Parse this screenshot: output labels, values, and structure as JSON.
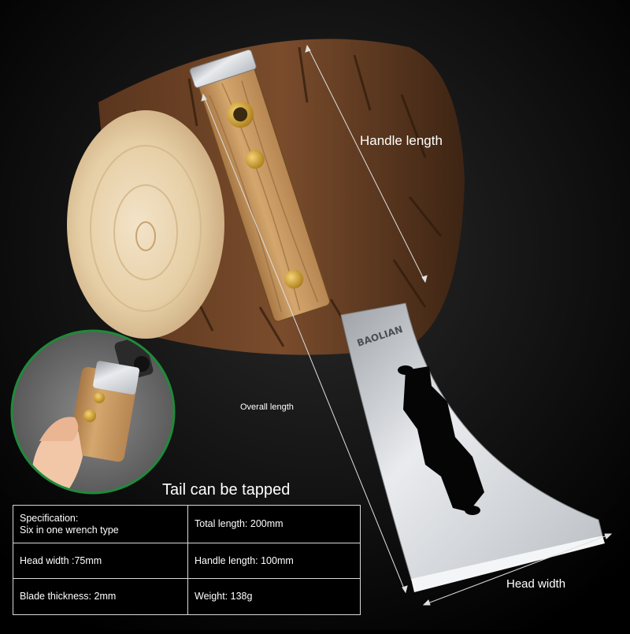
{
  "annotations": {
    "handle_length": "Handle length",
    "overall_length": "Overall length",
    "head_width": "Head width"
  },
  "brand": "BAOLIAN",
  "tail_caption": "Tail can be tapped",
  "spec_table": {
    "rows": [
      {
        "left": {
          "line1": "Specification:",
          "line2": "Six in one wrench type"
        },
        "right": "Total length: 200mm"
      },
      {
        "left": {
          "line1": "Head width :75mm"
        },
        "right": "Handle length: 100mm"
      },
      {
        "left": {
          "line1": "Blade thickness: 2mm"
        },
        "right": "Weight: 138g"
      }
    ]
  },
  "colors": {
    "background": "#000000",
    "bark": "#6b4226",
    "wood_face": "#e9d4b2",
    "handle_wood": "#c89a62",
    "brass": "#d4a233",
    "steel": "#d7d9dc",
    "circle_ring": "#1f8a3a",
    "table_border": "#d8d8d8"
  },
  "icons": [
    "log-image",
    "scraper-tool-image",
    "hand-tapping-inset-image",
    "dimension-arrow-icon"
  ]
}
